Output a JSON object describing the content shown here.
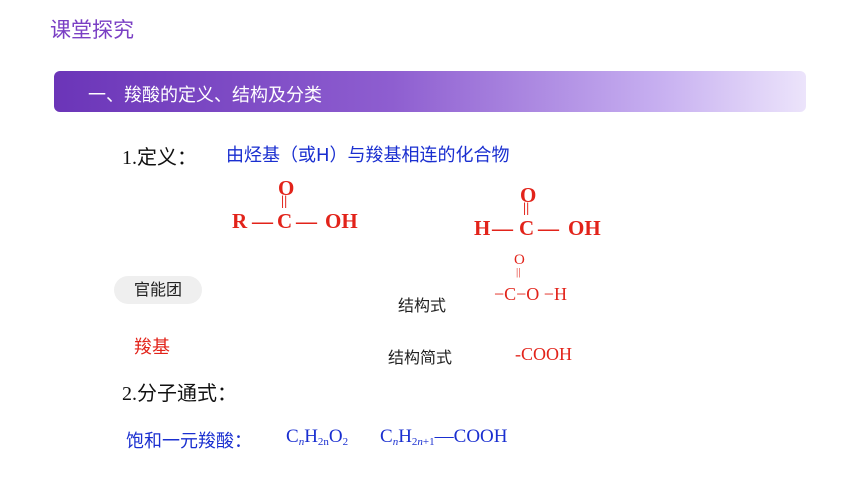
{
  "header": {
    "title": "课堂探究"
  },
  "section": {
    "title": "一、羧酸的定义、结构及分类"
  },
  "definition": {
    "number": "1.",
    "label": "定义：",
    "text": "由烃基（或H）与羧基相连的化合物"
  },
  "structure_general": {
    "o": "O",
    "r": "R",
    "bond1": "—",
    "c": "C",
    "bond2": "—",
    "oh": "OH"
  },
  "structure_formic": {
    "o": "O",
    "h": "H",
    "bond1": "—",
    "c": "C",
    "bond2": "—",
    "oh": "OH"
  },
  "functional_group": {
    "tag": "官能团",
    "name": "羧基",
    "structural_label": "结构式",
    "structural_o": "O",
    "structural_chain": "−C−O −H",
    "condensed_label": "结构简式",
    "condensed_value": "-COOH"
  },
  "general_formula": {
    "number": "2.",
    "label": "分子通式：",
    "saturated_label": "饱和一元羧酸：",
    "f1_c": "C",
    "f1_c_sub": "n",
    "f1_h": "H",
    "f1_h_sub": "2n",
    "f1_o": "O",
    "f1_o_sub": "2",
    "f2_c": "C",
    "f2_c_sub": "n",
    "f2_h": "H",
    "f2_h_sub_pre": "2",
    "f2_h_sub_n": "n",
    "f2_h_sub_post": "+1",
    "f2_tail": "—COOH"
  },
  "colors": {
    "accent": "#7a3fc4",
    "blue": "#1a2fd0",
    "red": "#e2231a"
  }
}
